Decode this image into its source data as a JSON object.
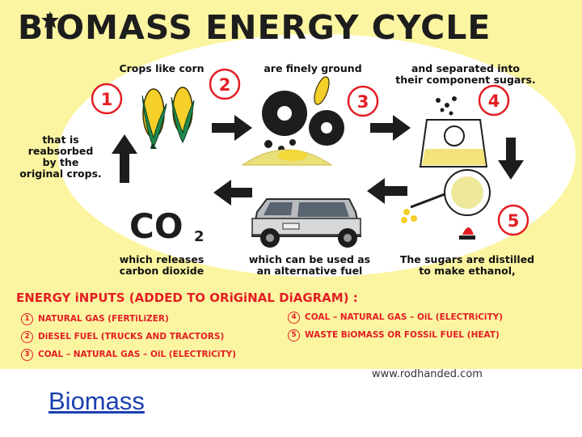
{
  "diagram": {
    "title": "BiOMASS ENERGY CYCLE",
    "steps": [
      {
        "num": "1",
        "text": [
          "that is",
          "reabsorbed",
          "by the",
          "original crops."
        ]
      },
      {
        "num": "2",
        "text": [
          "Crops like corn"
        ]
      },
      {
        "num": "3",
        "text": [
          "are finely ground"
        ]
      },
      {
        "num": "4",
        "text": [
          "and separated into",
          "their component sugars."
        ]
      },
      {
        "num": "5",
        "text": [
          "The sugars are distilled",
          "to make ethanol,"
        ]
      },
      {
        "num": "",
        "text": [
          "which can be used as",
          "an alternative fuel"
        ]
      },
      {
        "num": "",
        "text": [
          "which releases",
          "carbon dioxide"
        ]
      }
    ],
    "co2_label": "CO",
    "co2_sub": "2",
    "energy_inputs_title": "ENERGY iNPUTS (ADDED TO ORiGiNAL DiAGRAM) :",
    "energy_inputs": [
      {
        "num": "1",
        "label": "NATURAL GAS (FERTiLiZER)"
      },
      {
        "num": "2",
        "label": "DiESEL FUEL (TRUCKS AND TRACTORS)"
      },
      {
        "num": "3",
        "label": "COAL – NATURAL GAS – OiL (ELECTRiCiTY)"
      },
      {
        "num": "4",
        "label": "COAL – NATURAL GAS – OiL (ELECTRiCiTY)"
      },
      {
        "num": "5",
        "label": "WASTE BiOMASS OR FOSSiL FUEL (HEAT)"
      }
    ],
    "colors": {
      "background": "#fbf5a2",
      "ellipse": "#ffffff",
      "accent_red": "#e31e24",
      "text": "#1d1d1d"
    }
  },
  "credit": "www.rodhanded.com",
  "link_label": "Biomass"
}
